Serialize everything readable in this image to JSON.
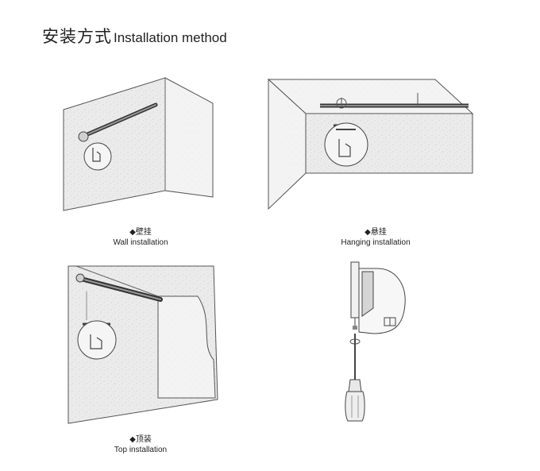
{
  "heading": {
    "zh": "安装方式",
    "en": "Installation method"
  },
  "figures": [
    {
      "zh": "壁挂",
      "en": "Wall installation"
    },
    {
      "zh": "悬挂",
      "en": "Hanging installation"
    },
    {
      "zh": "顶装",
      "en": "Top installation"
    }
  ],
  "bullet": "◆"
}
